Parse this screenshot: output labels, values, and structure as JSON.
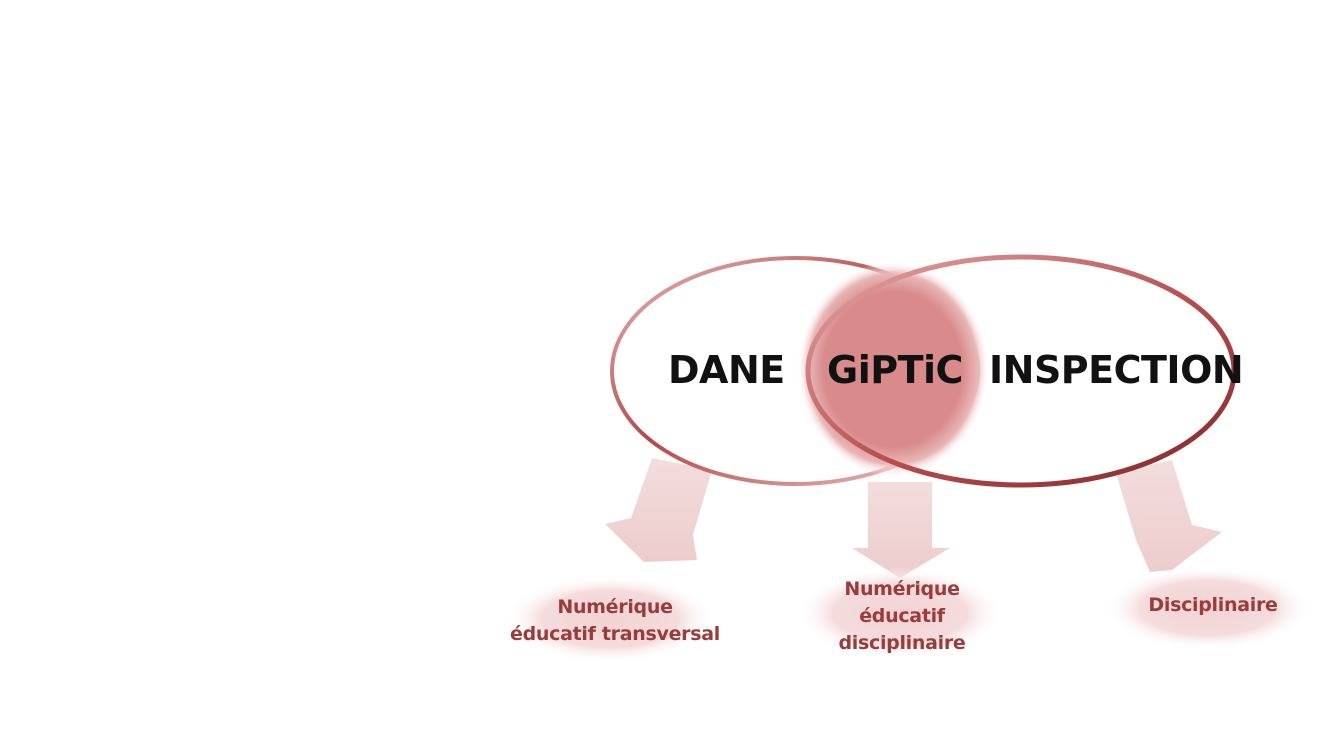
{
  "diagram": {
    "left_circle": {
      "label": "DANE"
    },
    "center": {
      "label": "GiPTiC"
    },
    "right_circle": {
      "label": "INSPECTION"
    },
    "outcomes": [
      {
        "lines": [
          "Numérique",
          "éducatif transversal"
        ]
      },
      {
        "lines": [
          "Numérique",
          "éducatif",
          "disciplinaire"
        ]
      },
      {
        "lines": [
          "Disciplinaire"
        ]
      }
    ]
  },
  "colors": {
    "ring_dark": "#a33a3a",
    "ring_light": "#e3b1b1",
    "center_fill": "#d98b8b",
    "arrow_fill": "#f0d6d6",
    "ellipse_shadow": "#f4dada",
    "outcome_text": "#9b3b3b",
    "title_text": "#111111"
  }
}
